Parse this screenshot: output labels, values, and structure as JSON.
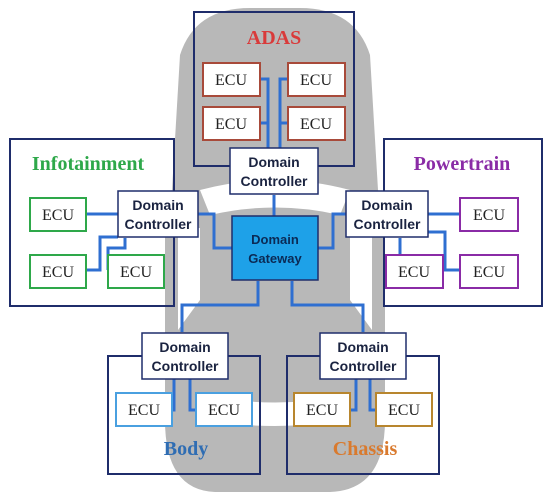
{
  "domains": {
    "adas": {
      "title": "ADAS",
      "color": "#d93a3a"
    },
    "infotainment": {
      "title": "Infotainment",
      "color": "#2ea84a"
    },
    "powertrain": {
      "title": "Powertrain",
      "color": "#8a2ba6"
    },
    "body": {
      "title": "Body",
      "color": "#2f6db3"
    },
    "chassis": {
      "title": "Chassis",
      "color": "#d97a2e"
    }
  },
  "labels": {
    "ecu": "ECU",
    "controller_line1": "Domain",
    "controller_line2": "Controller",
    "gateway_line1": "Domain",
    "gateway_line2": "Gateway"
  },
  "colors": {
    "frame": "#1f2d6b",
    "bus": "#2f6fd1",
    "gateway_fill": "#1ea1e8",
    "car_body": "#b8b8b8",
    "car_window": "#ffffff"
  }
}
